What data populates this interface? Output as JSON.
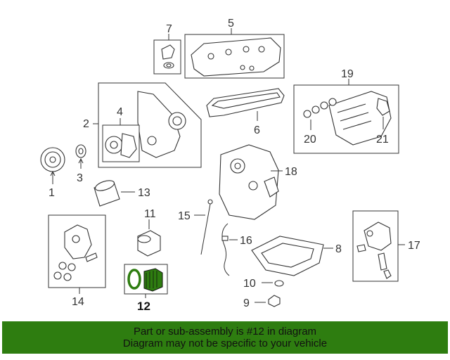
{
  "diagram": {
    "callouts": [
      "1",
      "2",
      "3",
      "4",
      "5",
      "6",
      "7",
      "8",
      "9",
      "10",
      "11",
      "12",
      "13",
      "14",
      "15",
      "16",
      "17",
      "18",
      "19",
      "20",
      "21"
    ],
    "highlight_color": "#2e7d10"
  },
  "banner": {
    "line1": "Part or sub-assembly is #12 in diagram",
    "line2": "Diagram may not be specific to your vehicle",
    "background": "#2e7d10"
  }
}
